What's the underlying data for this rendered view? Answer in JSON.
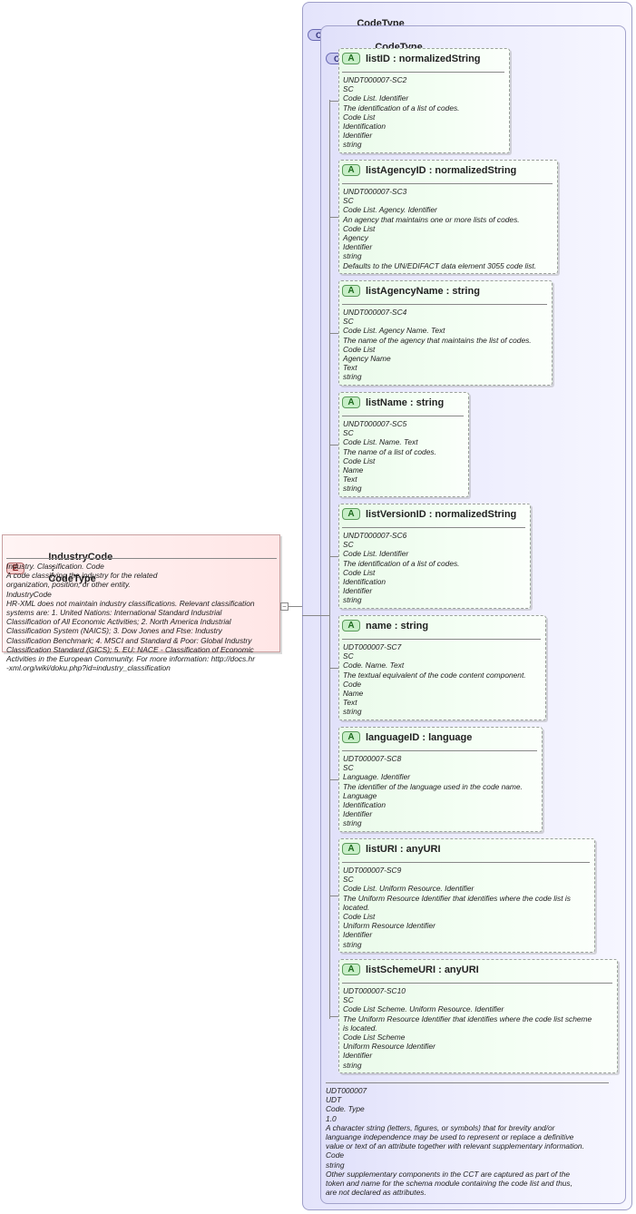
{
  "element": {
    "badge": "E",
    "name": "IndustryCode",
    "type": "CodeType",
    "doc": [
      "Industry. Classification. Code",
      "A code classifying the industry for the related",
      "organization, position, or other entity.",
      "IndustryCode",
      "HR-XML does not maintain industry classifications. Relevant classification",
      "systems are: 1. United Nations: International Standard Industrial",
      "Classification of All Economic Activities; 2. North America Industrial",
      "Classification System (NAICS); 3. Dow Jones and Ftse: Industry",
      "Classification Benchmark; 4. MSCI and Standard & Poor: Global Industry",
      "Classification Standard (GICS); 5. EU: NACE - Classification of Economic",
      "Activities in the European Community. For more information: http://docs.hr",
      "-xml.org/wiki/doku.php?id=industry_classification"
    ]
  },
  "complex_type": {
    "badge": "CT",
    "name": "CodeType",
    "type": "CodeType"
  },
  "simple_content": {
    "badge": "CT",
    "name": "CodeType",
    "type": "normalizedString",
    "doc": [
      "UDT000007",
      "UDT",
      "Code. Type",
      "1.0",
      "A character string (letters, figures, or symbols) that for brevity and/or",
      "languange independence may be used to represent or replace a definitive",
      "value or text of an attribute together with relevant supplementary information.",
      "Code",
      "string",
      "Other supplementary components in the CCT are captured as part of the",
      "token and name for the schema module containing the code list and thus,",
      "are not declared as attributes."
    ]
  },
  "attributes": [
    {
      "badge": "A",
      "name": "listID",
      "type": "normalizedString",
      "doc": [
        "UNDT000007-SC2",
        "SC",
        "Code List. Identifier",
        "The identification of a list of codes.",
        "Code List",
        "Identification",
        "Identifier",
        "string"
      ]
    },
    {
      "badge": "A",
      "name": "listAgencyID",
      "type": "normalizedString",
      "doc": [
        "UNDT000007-SC3",
        "SC",
        "Code List. Agency. Identifier",
        "An agency that maintains one or more lists of codes.",
        "Code List",
        "Agency",
        "Identifier",
        "string",
        "Defaults to the UN/EDIFACT data element 3055 code list."
      ]
    },
    {
      "badge": "A",
      "name": "listAgencyName",
      "type": "string",
      "doc": [
        "UNDT000007-SC4",
        "SC",
        "Code List. Agency Name. Text",
        "The name of the agency that maintains the list of codes.",
        "Code List",
        "Agency Name",
        "Text",
        "string"
      ]
    },
    {
      "badge": "A",
      "name": "listName",
      "type": "string",
      "doc": [
        "UNDT000007-SC5",
        "SC",
        "Code List. Name. Text",
        "The name of a list of codes.",
        "Code List",
        "Name",
        "Text",
        "string"
      ]
    },
    {
      "badge": "A",
      "name": "listVersionID",
      "type": "normalizedString",
      "doc": [
        "UNDT000007-SC6",
        "SC",
        "Code List. Identifier",
        "The identification of a list of codes.",
        "Code List",
        "Identification",
        "Identifier",
        "string"
      ]
    },
    {
      "badge": "A",
      "name": "name",
      "type": "string",
      "doc": [
        "UDT000007-SC7",
        "SC",
        "Code. Name. Text",
        "The textual equivalent of the code content component.",
        "Code",
        "Name",
        "Text",
        "string"
      ]
    },
    {
      "badge": "A",
      "name": "languageID",
      "type": "language",
      "doc": [
        "UDT000007-SC8",
        "SC",
        "Language. Identifier",
        "The identifier of the language used in the code name.",
        "Language",
        "Identification",
        "Identifier",
        "string"
      ]
    },
    {
      "badge": "A",
      "name": "listURI",
      "type": "anyURI",
      "doc": [
        "UDT000007-SC9",
        "SC",
        "Code List. Uniform Resource. Identifier",
        "The Uniform Resource Identifier that identifies where the code list is",
        "located.",
        "Code List",
        "Uniform Resource Identifier",
        "Identifier",
        "string"
      ]
    },
    {
      "badge": "A",
      "name": "listSchemeURI",
      "type": "anyURI",
      "doc": [
        "UDT000007-SC10",
        "SC",
        "Code List Scheme. Uniform Resource. Identifier",
        "The Uniform Resource Identifier that identifies where the code list scheme",
        "is located.",
        "Code List Scheme",
        "Uniform Resource Identifier",
        "Identifier",
        "string"
      ]
    }
  ],
  "separator": ":"
}
